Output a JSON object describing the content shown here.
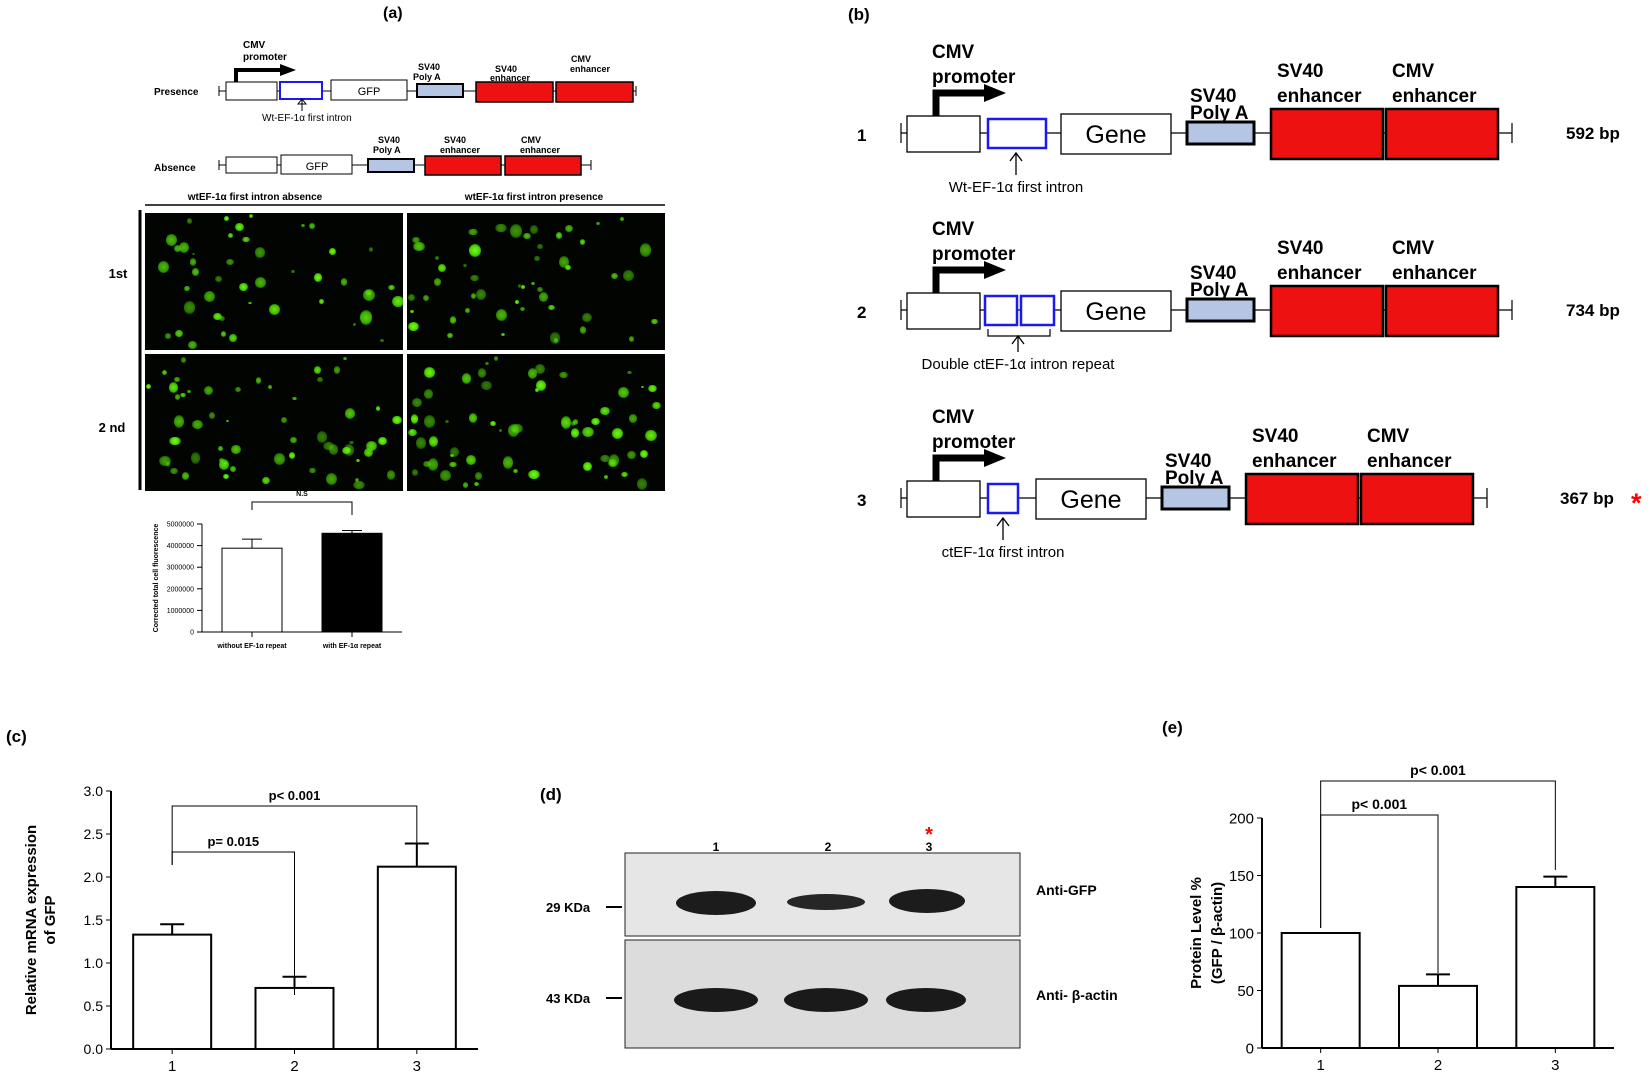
{
  "panels": {
    "a": "(a)",
    "b": "(b)",
    "c": "(c)",
    "d": "(d)",
    "e": "(e)"
  },
  "colors": {
    "enhancer_fill": "#ee1111",
    "polya_fill": "#b4c6e4",
    "intron_stroke": "#1a1aee",
    "fluorescence": "#5de80a",
    "star": "#ff0000"
  },
  "panel_a": {
    "presence_row": {
      "label": "Presence",
      "promoter_label_1": "CMV",
      "promoter_label_2": "promoter",
      "gfp": "GFP",
      "polya_1": "SV40",
      "polya_2": "Poly A",
      "sv40_1": "SV40",
      "sv40_2": "enhancer",
      "cmv_1": "CMV",
      "cmv_2": "enhancer",
      "intron_caption": "Wt-EF-1α first intron"
    },
    "absence_row": {
      "label": "Absence",
      "gfp": "GFP",
      "polya_1": "SV40",
      "polya_2": "Poly A",
      "sv40_1": "SV40",
      "sv40_2": "enhancer",
      "cmv_1": "CMV",
      "cmv_2": "enhancer"
    },
    "column_headers": [
      "wtEF-1α first intron absence",
      "wtEF-1α first intron presence"
    ],
    "row_labels": [
      "1st",
      "2 nd"
    ],
    "bar_chart": {
      "ylabel": "Corrected total cell fluorescence",
      "yticks": [
        "0",
        "1000000",
        "2000000",
        "3000000",
        "4000000",
        "5000000"
      ],
      "categories": [
        "without EF-1α repeat",
        "with EF-1α repeat"
      ],
      "significance": "N.S"
    }
  },
  "panel_b": {
    "constructs": [
      {
        "number": "1",
        "promoter_1": "CMV",
        "promoter_2": "promoter",
        "gene": "Gene",
        "polya_1": "SV40",
        "polya_2": "Poly A",
        "sv40_1": "SV40",
        "sv40_2": "enhancer",
        "cmv_1": "CMV",
        "cmv_2": "enhancer",
        "size": "592 bp",
        "intron_caption": "Wt-EF-1α first intron"
      },
      {
        "number": "2",
        "promoter_1": "CMV",
        "promoter_2": "promoter",
        "gene": "Gene",
        "polya_1": "SV40",
        "polya_2": "Poly A",
        "sv40_1": "SV40",
        "sv40_2": "enhancer",
        "cmv_1": "CMV",
        "cmv_2": "enhancer",
        "size": "734 bp",
        "intron_caption": "Double ctEF-1α intron repeat"
      },
      {
        "number": "3",
        "promoter_1": "CMV",
        "promoter_2": "promoter",
        "gene": "Gene",
        "polya_1": "SV40",
        "polya_2": "Poly A",
        "sv40_1": "SV40",
        "sv40_2": "enhancer",
        "cmv_1": "CMV",
        "cmv_2": "enhancer",
        "size": "367 bp",
        "star": "*",
        "intron_caption": "ctEF-1α first intron"
      }
    ]
  },
  "panel_d": {
    "lanes": [
      "1",
      "2",
      "3"
    ],
    "star": "*",
    "markers": [
      "29 KDa",
      "43 KDa"
    ],
    "antibodies": [
      "Anti-GFP",
      "Anti- β-actin"
    ]
  },
  "chart_data": [
    {
      "panel": "a",
      "type": "bar",
      "categories": [
        "without EF-1α repeat",
        "with EF-1α repeat"
      ],
      "values": [
        3880000,
        4570000
      ],
      "errors": [
        420000,
        130000
      ],
      "ylabel": "Corrected total cell fluorescence",
      "ylim": [
        0,
        5000000
      ],
      "fills": [
        "#ffffff",
        "#000000"
      ],
      "annotations": [
        "N.S"
      ]
    },
    {
      "panel": "c",
      "type": "bar",
      "categories": [
        "1",
        "2",
        "3"
      ],
      "values": [
        1.33,
        0.71,
        2.12
      ],
      "errors": [
        0.12,
        0.13,
        0.27
      ],
      "ylabel_lines": [
        "Relative mRNA expression",
        "of GFP"
      ],
      "ylim": [
        0,
        3.0
      ],
      "yticks": [
        "0.0",
        "0.5",
        "1.0",
        "1.5",
        "2.0",
        "2.5",
        "3.0"
      ],
      "annotations": [
        "p= 0.015",
        "p< 0.001"
      ]
    },
    {
      "panel": "e",
      "type": "bar",
      "categories": [
        "1",
        "2",
        "3"
      ],
      "values": [
        100,
        54,
        140
      ],
      "errors": [
        0,
        10,
        9
      ],
      "ylabel_lines": [
        "Protein Level %",
        "(GFP / β-actin)"
      ],
      "ylim": [
        0,
        200
      ],
      "yticks": [
        "0",
        "50",
        "100",
        "150",
        "200"
      ],
      "annotations": [
        "p< 0.001",
        "p< 0.001"
      ]
    }
  ]
}
